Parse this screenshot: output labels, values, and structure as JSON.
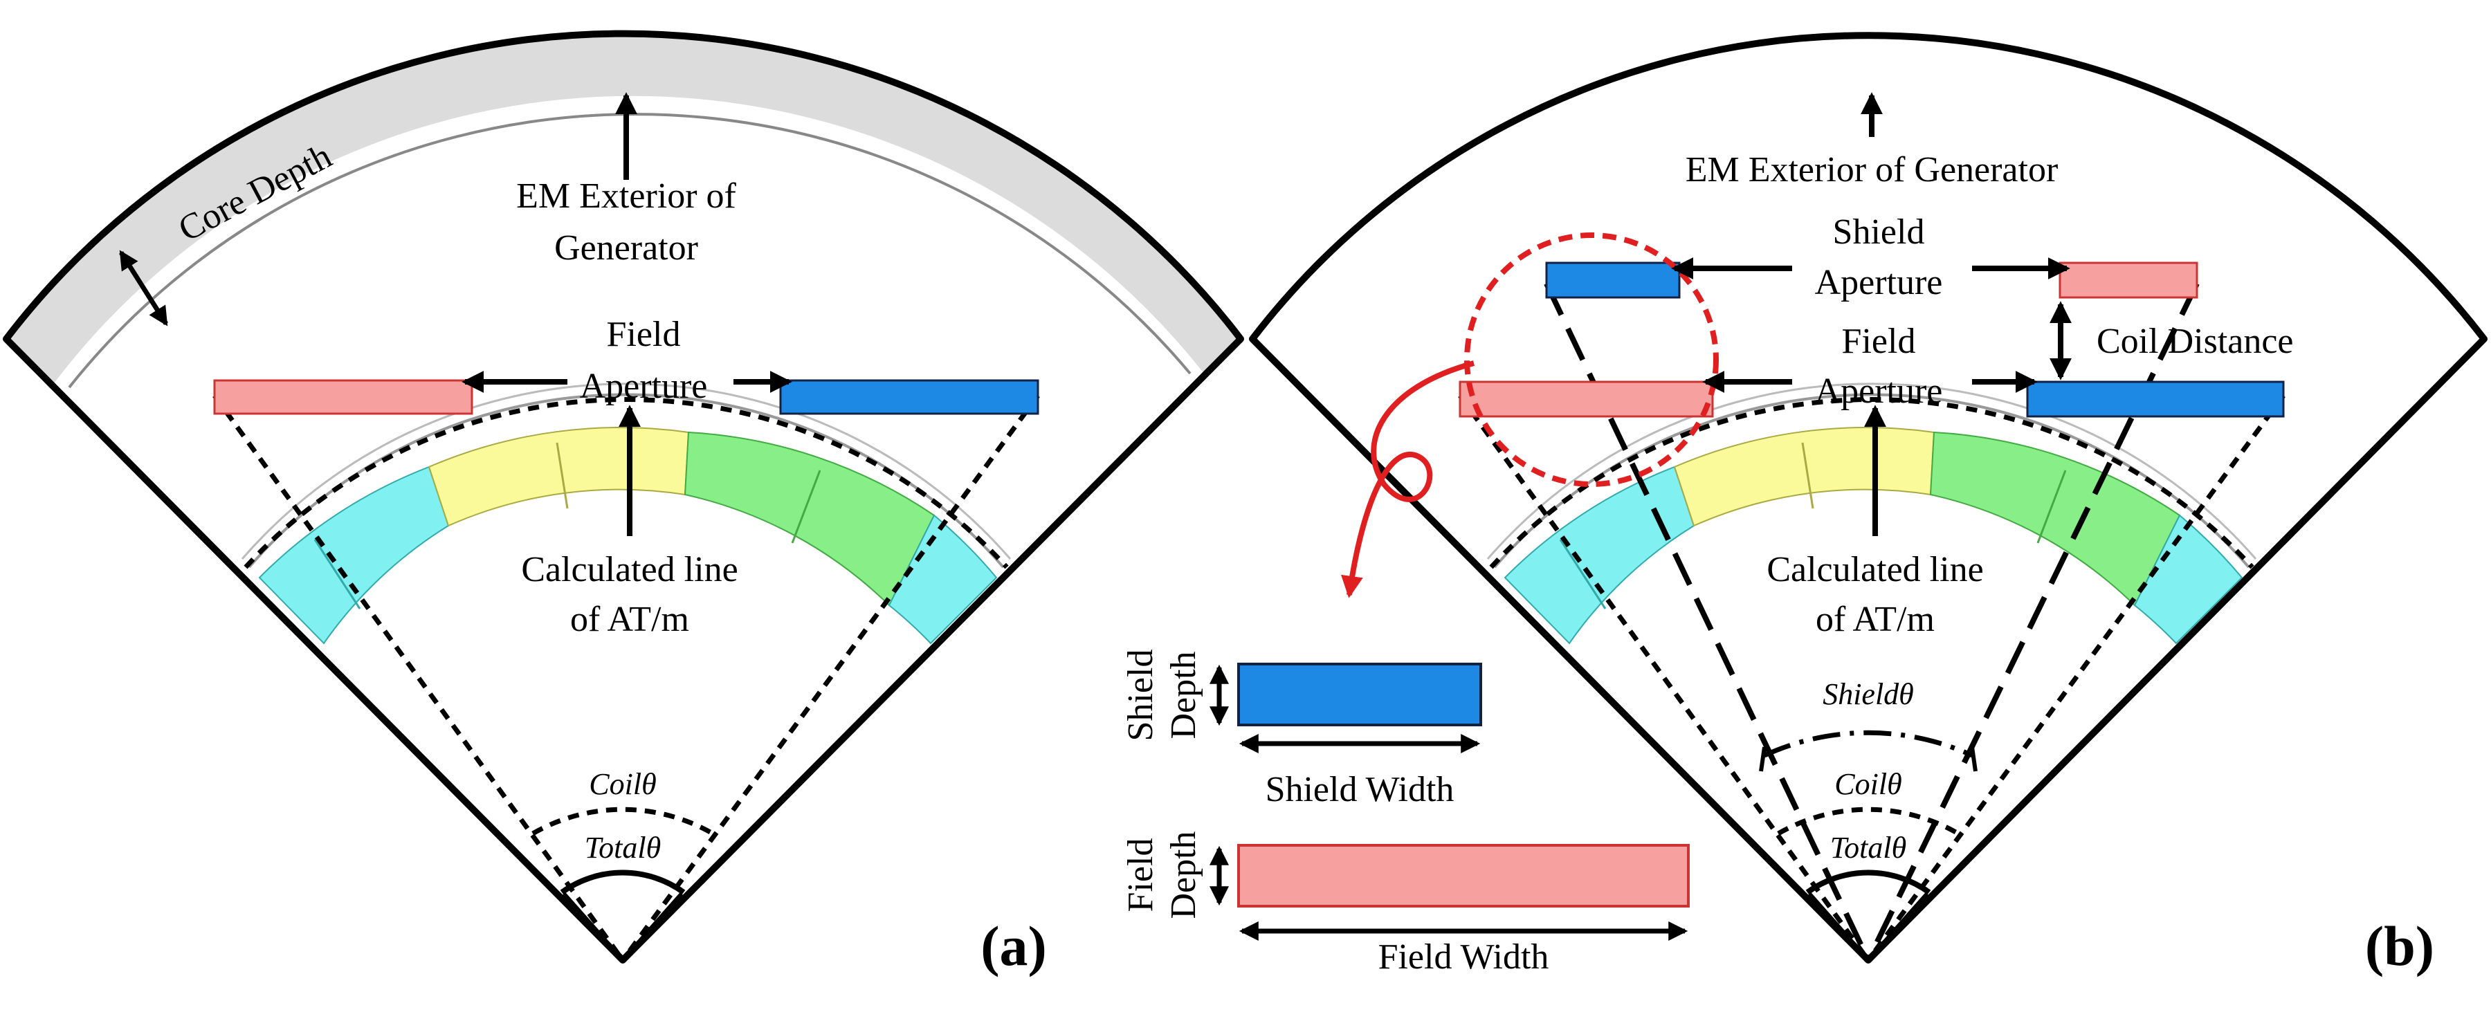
{
  "panel_a": {
    "core_depth_label": "Core Depth",
    "em_exterior_line1": "EM Exterior of",
    "em_exterior_line2": "Generator",
    "field_aperture_line1": "Field",
    "field_aperture_line2": "Aperture",
    "calc_line1": "Calculated line",
    "calc_line2": "of AT/m",
    "coil_theta": "Coilθ",
    "total_theta": "Totalθ",
    "panel_label": "(a)"
  },
  "panel_b": {
    "em_exterior": "EM Exterior of Generator",
    "shield_aperture_line1": "Shield",
    "shield_aperture_line2": "Aperture",
    "coil_distance": "Coil Distance",
    "field_aperture_line1": "Field",
    "field_aperture_line2": "Aperture",
    "calc_line1": "Calculated line",
    "calc_line2": "of AT/m",
    "shield_theta": "Shieldθ",
    "coil_theta": "Coilθ",
    "total_theta": "Totalθ",
    "panel_label": "(b)"
  },
  "inset": {
    "shield_depth_line1": "Shield",
    "shield_depth_line2": "Depth",
    "shield_width": "Shield Width",
    "field_depth_line1": "Field",
    "field_depth_line2": "Depth",
    "field_width": "Field Width"
  },
  "colors": {
    "core": "#dcdcdc",
    "field_coil": "#f7a0a0",
    "shield_coil": "#1e88e5",
    "magnet_cyan": "#80f0f0",
    "magnet_yellow": "#fafa9a",
    "magnet_green": "#88ee88",
    "highlight_red": "#e02020"
  }
}
